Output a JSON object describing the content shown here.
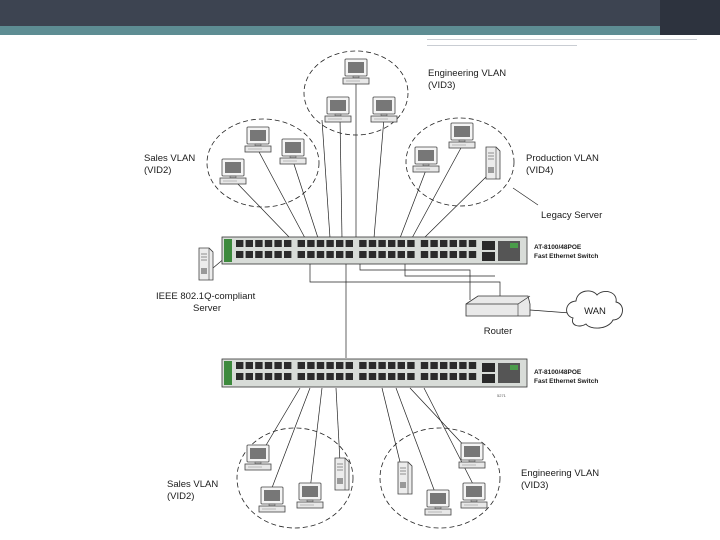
{
  "labels": {
    "engineering_top": [
      "Engineering VLAN",
      "(VID3)"
    ],
    "sales_top": [
      "Sales VLAN",
      "(VID2)"
    ],
    "production": [
      "Production VLAN",
      "(VID4)"
    ],
    "legacy_server": "Legacy Server",
    "ieee_server": [
      "IEEE 802.1Q-compliant",
      "Server"
    ],
    "router": "Router",
    "wan": "WAN",
    "switch_top": [
      "AT-8100/48POE",
      "Fast Ethernet Switch"
    ],
    "switch_bottom": [
      "AT-8100/48POE",
      "Fast Ethernet Switch"
    ],
    "sales_bottom": [
      "Sales VLAN",
      "(VID2)"
    ],
    "engineering_bottom": [
      "Engineering VLAN",
      "(VID3)"
    ]
  }
}
